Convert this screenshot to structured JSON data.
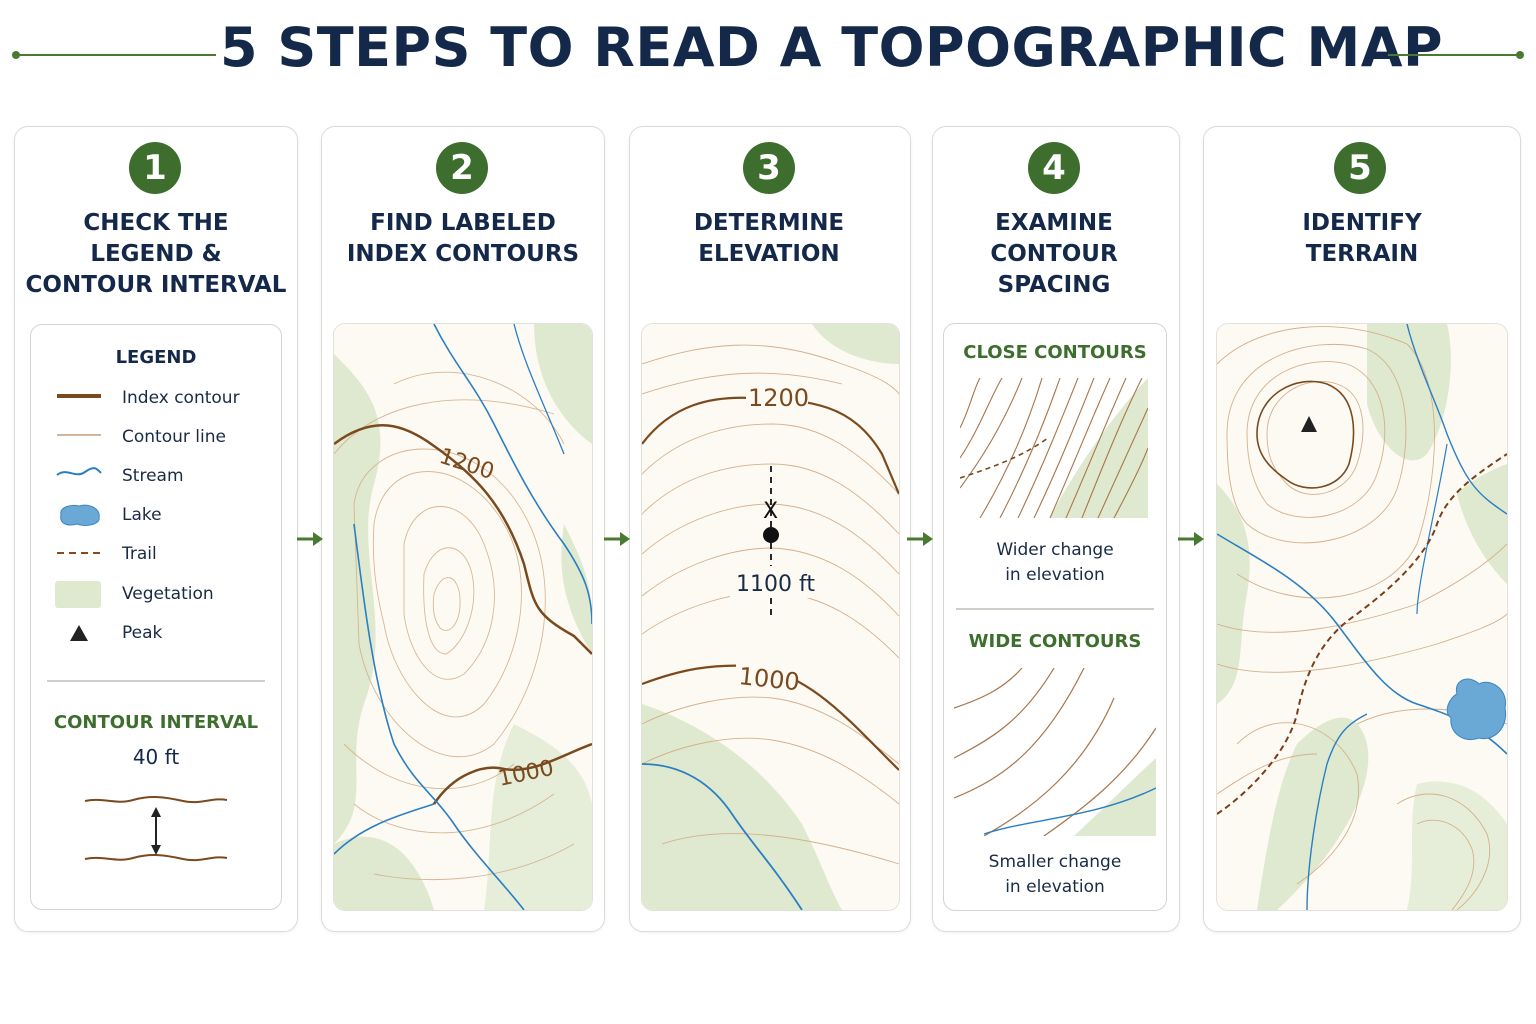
{
  "title": "5 STEPS TO READ A TOPOGRAPHIC MAP",
  "colors": {
    "accent_green": "#3d6e2e",
    "title_navy": "#14294a",
    "index_contour": "#7a4a1e",
    "contour": "#c9a07a",
    "stream": "#2a7fc4",
    "lake": "#6aa8d6",
    "vegetation": "#dfe9cf"
  },
  "steps": [
    {
      "number": "1",
      "title": "CHECK THE\nLEGEND &\nCONTOUR INTERVAL",
      "legend": {
        "heading": "LEGEND",
        "items": [
          {
            "label": "Index contour",
            "icon": "index-contour-icon"
          },
          {
            "label": "Contour line",
            "icon": "contour-line-icon"
          },
          {
            "label": "Stream",
            "icon": "stream-icon"
          },
          {
            "label": "Lake",
            "icon": "lake-icon"
          },
          {
            "label": "Trail",
            "icon": "trail-icon"
          },
          {
            "label": "Vegetation",
            "icon": "vegetation-icon"
          },
          {
            "label": "Peak",
            "icon": "peak-icon"
          }
        ],
        "contour_interval_label": "CONTOUR INTERVAL",
        "contour_interval_value": "40 ft"
      }
    },
    {
      "number": "2",
      "title": "FIND LABELED\nINDEX CONTOURS",
      "labels": [
        "1200",
        "1000"
      ]
    },
    {
      "number": "3",
      "title": "DETERMINE\nELEVATION",
      "labels": [
        "1200",
        "1000"
      ],
      "point_marker": "X",
      "elevation_reading": "1100 ft"
    },
    {
      "number": "4",
      "title": "EXAMINE\nCONTOUR\nSPACING",
      "close": {
        "heading": "CLOSE CONTOURS",
        "caption": "Wider change\nin elevation"
      },
      "wide": {
        "heading": "WIDE CONTOURS",
        "caption": "Smaller change\nin elevation"
      }
    },
    {
      "number": "5",
      "title": "IDENTIFY\nTERRAIN"
    }
  ]
}
